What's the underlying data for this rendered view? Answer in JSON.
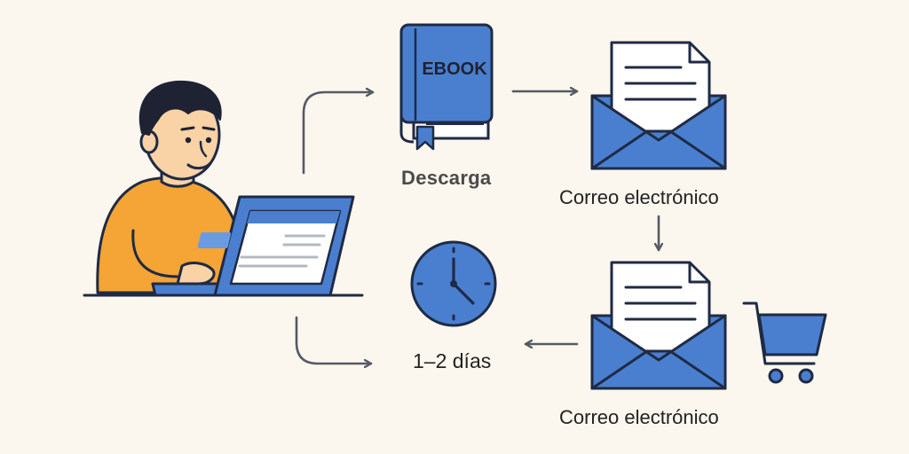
{
  "ebook": {
    "cover_text": "EBOOK",
    "icon": "ebook-icon"
  },
  "labels": {
    "download": "Descarga",
    "email_top": "Correo electrónico",
    "email_bottom": "Correo electrónico",
    "delivery_time": "1–2 días"
  },
  "icons": {
    "person": "person-at-laptop-illustration",
    "envelope": "envelope-with-letter-icon",
    "clock": "clock-icon",
    "cart": "shopping-cart-icon",
    "arrow": "arrow-icon"
  },
  "colors": {
    "background": "#fbf7ee",
    "blue": "#4a7fcf",
    "blue_light": "#6a9be0",
    "outline": "#1f2a44",
    "shirt": "#f5a436",
    "skin": "#f9d2a6",
    "hair": "#1f2233",
    "arrow": "#555a63"
  }
}
